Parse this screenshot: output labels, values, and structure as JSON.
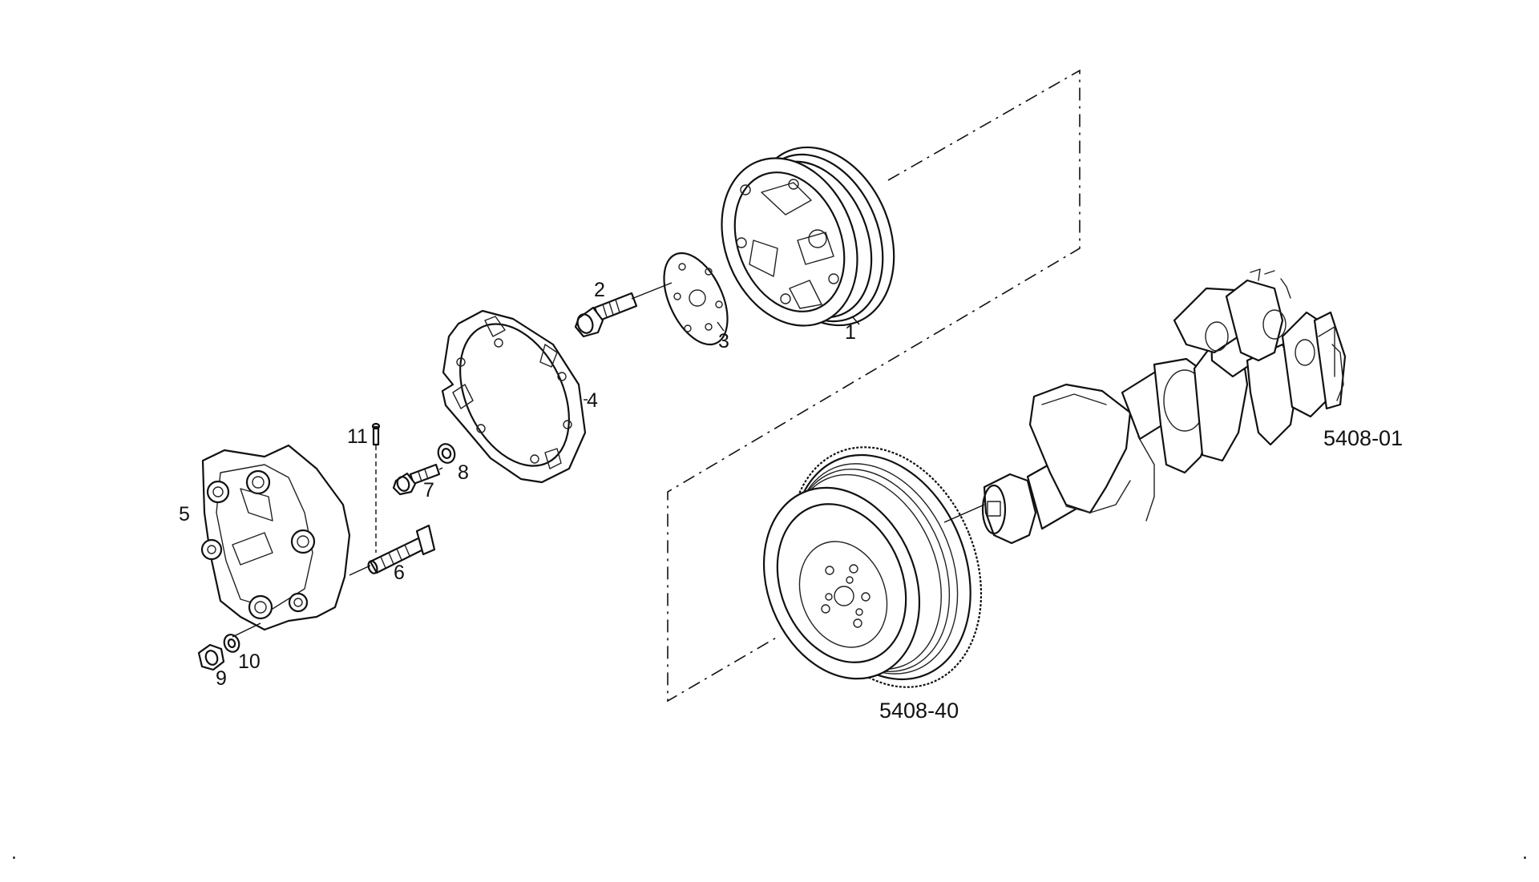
{
  "callouts": {
    "c1": "1",
    "c2": "2",
    "c3": "3",
    "c4": "4",
    "c5": "5",
    "c6": "6",
    "c7": "7",
    "c8": "8",
    "c9": "9",
    "c10": "10",
    "c11": "11"
  },
  "references": {
    "crankshaft": "5408-01",
    "pulley": "5408-40"
  },
  "corner_marks": {
    "left": ".",
    "right": "."
  }
}
